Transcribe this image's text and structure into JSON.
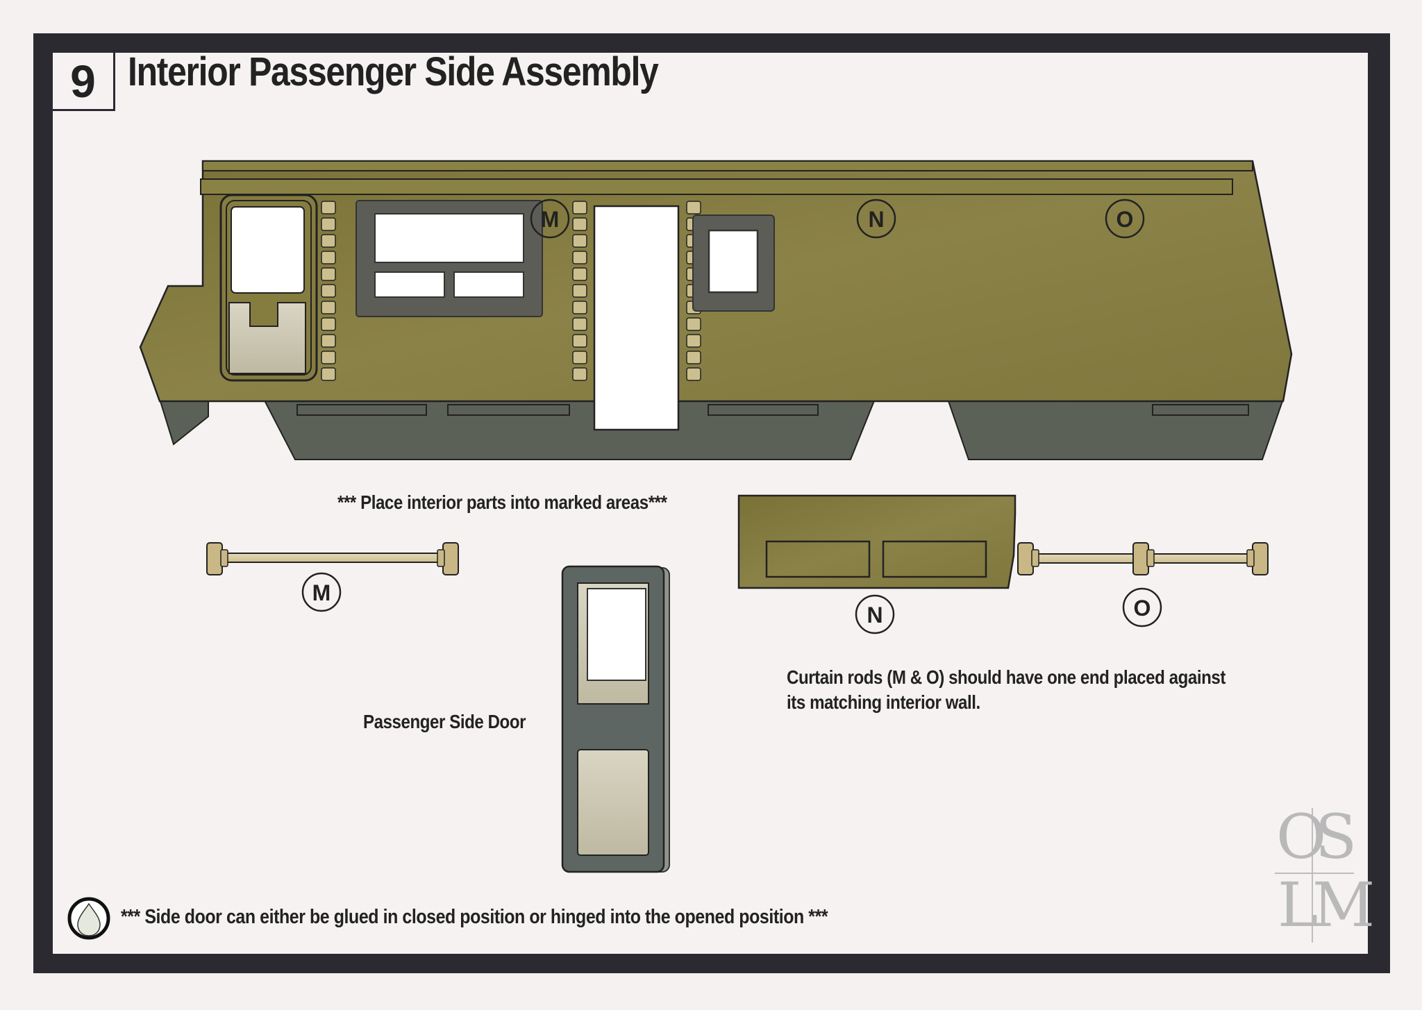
{
  "step": {
    "number": "9",
    "title": "Interior Passenger Side Assembly"
  },
  "labels": {
    "m": "M",
    "n": "N",
    "o": "O"
  },
  "notes": {
    "place_parts": "*** Place interior parts into marked areas***",
    "door_label": "Passenger Side Door",
    "rods_line1": "Curtain rods (M & O) should have one end placed against",
    "rods_line2": "its matching interior wall.",
    "footer": "*** Side door can either be glued in closed position or hinged into the opened position ***"
  },
  "brand": {
    "tl": "O",
    "tr": "S",
    "bl": "L",
    "br": "M"
  },
  "colors": {
    "frame": "#2b2a30",
    "sheet": "#f7f2f2",
    "wall_olive": "#857c40",
    "lower_skirt": "#5b6157",
    "window_frame": "#5d5d58",
    "rod_tan": "#c9b785",
    "door_grey": "#5d6662"
  },
  "icons": {
    "footer_icon": "droplet-icon"
  }
}
